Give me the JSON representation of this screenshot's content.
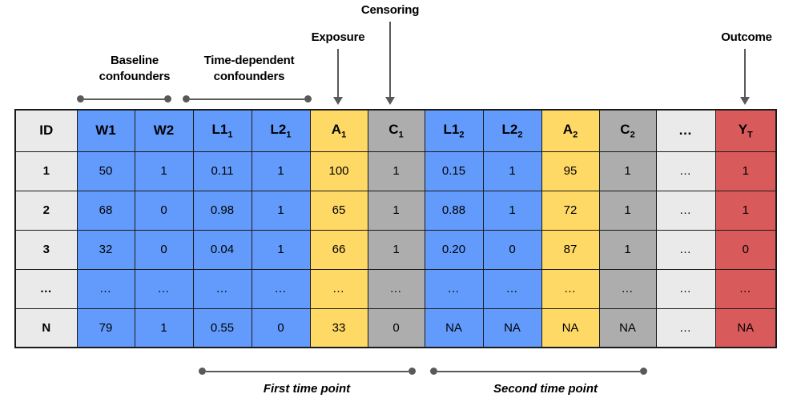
{
  "figure": {
    "type": "longitudinal-data-table-diagram",
    "background_color": "#FFFFFF"
  },
  "annotations": {
    "top": [
      {
        "name": "baseline-confounders",
        "label": "Baseline\nconfounders",
        "marker": "bracket"
      },
      {
        "name": "time-dependent-confounders",
        "label": "Time-dependent\nconfounders",
        "marker": "bracket"
      },
      {
        "name": "exposure",
        "label": "Exposure",
        "marker": "arrow"
      },
      {
        "name": "censoring",
        "label": "Censoring",
        "marker": "arrow"
      },
      {
        "name": "outcome",
        "label": "Outcome",
        "marker": "arrow"
      }
    ],
    "bottom": [
      {
        "name": "first-time-point",
        "label": "First time point",
        "marker": "bracket"
      },
      {
        "name": "second-time-point",
        "label": "Second time point",
        "marker": "bracket"
      }
    ]
  },
  "colors": {
    "blue": "#629BFC",
    "yellow": "#FFD966",
    "gray": "#ADADAD",
    "light_gray": "#EAEAEA",
    "red": "#D95A5A",
    "border": "#1A1A1A",
    "marker": "#595959"
  },
  "table": {
    "columns": [
      {
        "base": "ID",
        "sub": "",
        "fill": "c-id"
      },
      {
        "base": "W1",
        "sub": "",
        "fill": "c-blue"
      },
      {
        "base": "W2",
        "sub": "",
        "fill": "c-blue"
      },
      {
        "base": "L1",
        "sub": "1",
        "fill": "c-blue"
      },
      {
        "base": "L2",
        "sub": "1",
        "fill": "c-blue"
      },
      {
        "base": "A",
        "sub": "1",
        "fill": "c-yellow"
      },
      {
        "base": "C",
        "sub": "1",
        "fill": "c-gray"
      },
      {
        "base": "L1",
        "sub": "2",
        "fill": "c-blue"
      },
      {
        "base": "L2",
        "sub": "2",
        "fill": "c-blue"
      },
      {
        "base": "A",
        "sub": "2",
        "fill": "c-yellow"
      },
      {
        "base": "C",
        "sub": "2",
        "fill": "c-gray"
      },
      {
        "base": "…",
        "sub": "",
        "fill": "c-light"
      },
      {
        "base": "Y",
        "sub": "T",
        "fill": "c-red"
      }
    ],
    "rows": [
      {
        "id": "1",
        "cells": [
          "50",
          "1",
          "0.11",
          "1",
          "100",
          "1",
          "0.15",
          "1",
          "95",
          "1",
          "…",
          "1"
        ]
      },
      {
        "id": "2",
        "cells": [
          "68",
          "0",
          "0.98",
          "1",
          "65",
          "1",
          "0.88",
          "1",
          "72",
          "1",
          "…",
          "1"
        ]
      },
      {
        "id": "3",
        "cells": [
          "32",
          "0",
          "0.04",
          "1",
          "66",
          "1",
          "0.20",
          "0",
          "87",
          "1",
          "…",
          "0"
        ]
      },
      {
        "id": "…",
        "cells": [
          "…",
          "…",
          "…",
          "…",
          "…",
          "…",
          "…",
          "…",
          "…",
          "…",
          "…",
          "…"
        ]
      },
      {
        "id": "N",
        "cells": [
          "79",
          "1",
          "0.55",
          "0",
          "33",
          "0",
          "NA",
          "NA",
          "NA",
          "NA",
          "…",
          "NA"
        ]
      }
    ]
  }
}
